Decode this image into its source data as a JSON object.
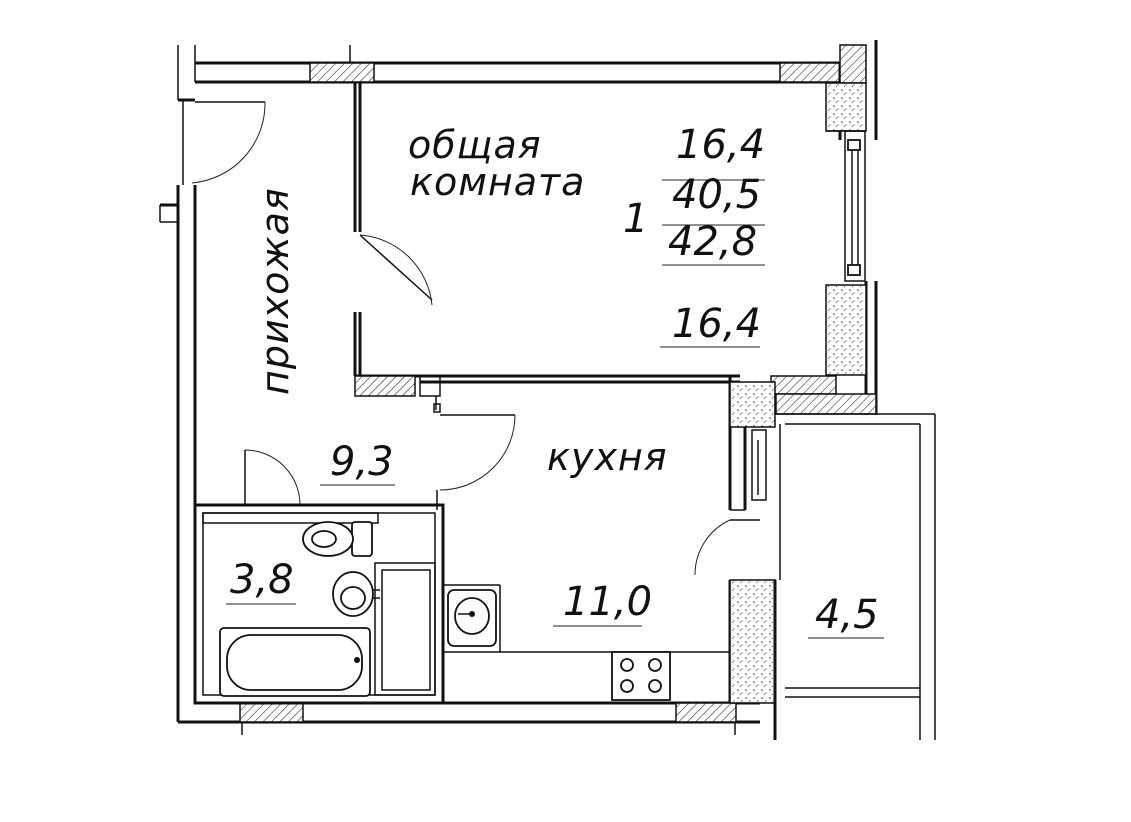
{
  "rooms": {
    "living": {
      "name_line1": "общая",
      "name_line2": "комната",
      "area": "16,4",
      "area_bottom": "16,4"
    },
    "apartment": {
      "rooms_count": "1",
      "living_area": "40,5",
      "total_area": "42,8"
    },
    "hallway": {
      "name": "прихожая",
      "area": "9,3"
    },
    "kitchen": {
      "name": "кухня",
      "area": "11,0"
    },
    "bathroom": {
      "area": "3,8"
    },
    "balcony": {
      "area": "4,5"
    }
  }
}
